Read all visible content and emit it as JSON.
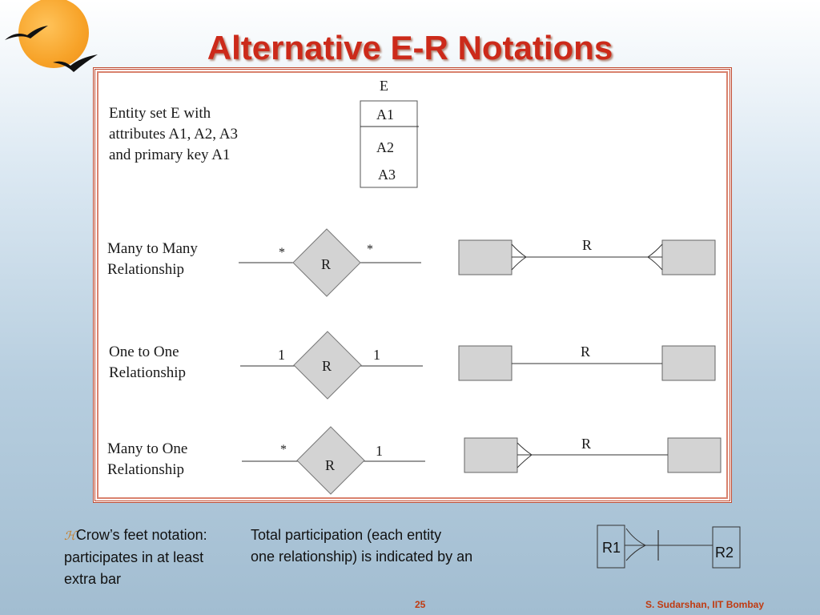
{
  "title": "Alternative E-R Notations",
  "entity": {
    "name": "E",
    "attributes": [
      "A1",
      "A2",
      "A3"
    ],
    "description_lines": [
      "Entity set E with",
      "attributes A1, A2, A3",
      "and primary key A1"
    ]
  },
  "relationships": [
    {
      "label_lines": [
        "Many to Many",
        "Relationship"
      ],
      "diamond": "R",
      "left_card": "*",
      "right_card": "*",
      "crow_label": "R"
    },
    {
      "label_lines": [
        "One to One",
        "Relationship"
      ],
      "diamond": "R",
      "left_card": "1",
      "right_card": "1",
      "crow_label": "R"
    },
    {
      "label_lines": [
        "Many to One",
        "Relationship"
      ],
      "diamond": "R",
      "left_card": "*",
      "right_card": "1",
      "crow_label": "R"
    }
  ],
  "note": {
    "left_lines": [
      "Crow’s feet notation:",
      "participates in at least",
      "extra bar"
    ],
    "right_lines": [
      "Total participation (each entity",
      "one relationship) is indicated by an"
    ]
  },
  "participation_example": {
    "left_entity": "R1",
    "right_entity": "R2"
  },
  "footer": {
    "page": "25",
    "credit": "S. Sudarshan, IIT Bombay"
  }
}
